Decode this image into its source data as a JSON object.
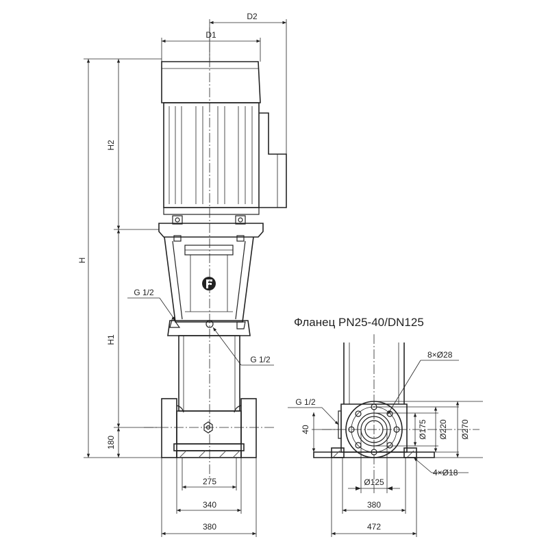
{
  "flange_title": "Фланец PN25-40/DN125",
  "dims": {
    "d1": "D1",
    "d2": "D2",
    "h": "H",
    "h1": "H1",
    "h2": "H2",
    "h180": "180",
    "w275": "275",
    "w340": "340",
    "w380_front": "380",
    "w380_side": "380",
    "w472": "472",
    "d125": "Ø125",
    "d175": "Ø175",
    "d220": "Ø220",
    "d270": "Ø270",
    "h40": "40",
    "holes_flange": "8×Ø28",
    "holes_base": "4×Ø18"
  },
  "ports": {
    "g_top_left": "G 1/2",
    "g_right": "G 1/2",
    "g_side": "G 1/2"
  },
  "icons": {
    "brand_logo": "brand-logo-icon"
  },
  "colors": {
    "line": "#222222",
    "background": "#ffffff"
  }
}
